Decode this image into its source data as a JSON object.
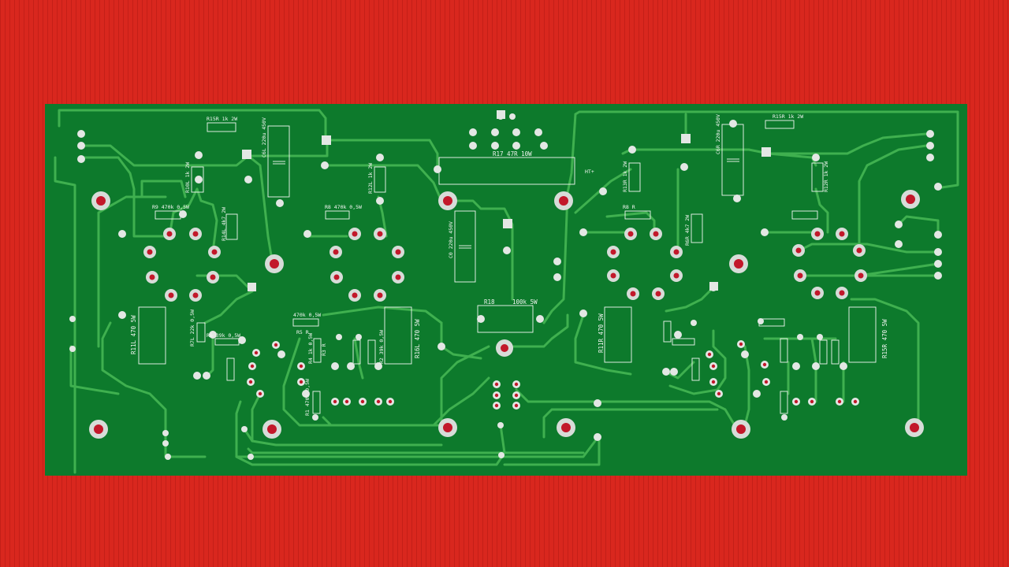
{
  "scene": {
    "colors": {
      "cloth": "#d9271e",
      "cloth_weave": "#c41f18",
      "board": "#0d7a2c",
      "trace": "#3fb04f",
      "silkscreen": "#f2f6f2",
      "pad_ring": "#d7dcd8",
      "drill": "#c2182a"
    },
    "silkscreen_labels": [
      "R15R 1k 2W",
      "R10L 1k 2W",
      "R14L 4k7 2W",
      "R9 470k 0,5W",
      "C6L 220u 450V",
      "R8 470k 0,5W",
      "R12L 1k 2W",
      "R17 47R 10W",
      "HT+",
      "C0 220u 450V",
      "R18",
      "100k 5W",
      "R11L 470 5W",
      "R7L 22k 0,5W",
      "R6 39k 0,5W",
      "R5 R",
      "470k 0,5W",
      "R16L 470 5W",
      "R4 1k 0,5W",
      "R3 R",
      "R2 39k 0,5W",
      "R1 470k 0,5W",
      "R13R 1k 2W",
      "R6R 4k7 2W",
      "C6R 220u 450V",
      "R15R 1k 2W",
      "R12R 1k 2W",
      "R8 R",
      "R11R 470 5W",
      "R15R 470 5W"
    ]
  }
}
